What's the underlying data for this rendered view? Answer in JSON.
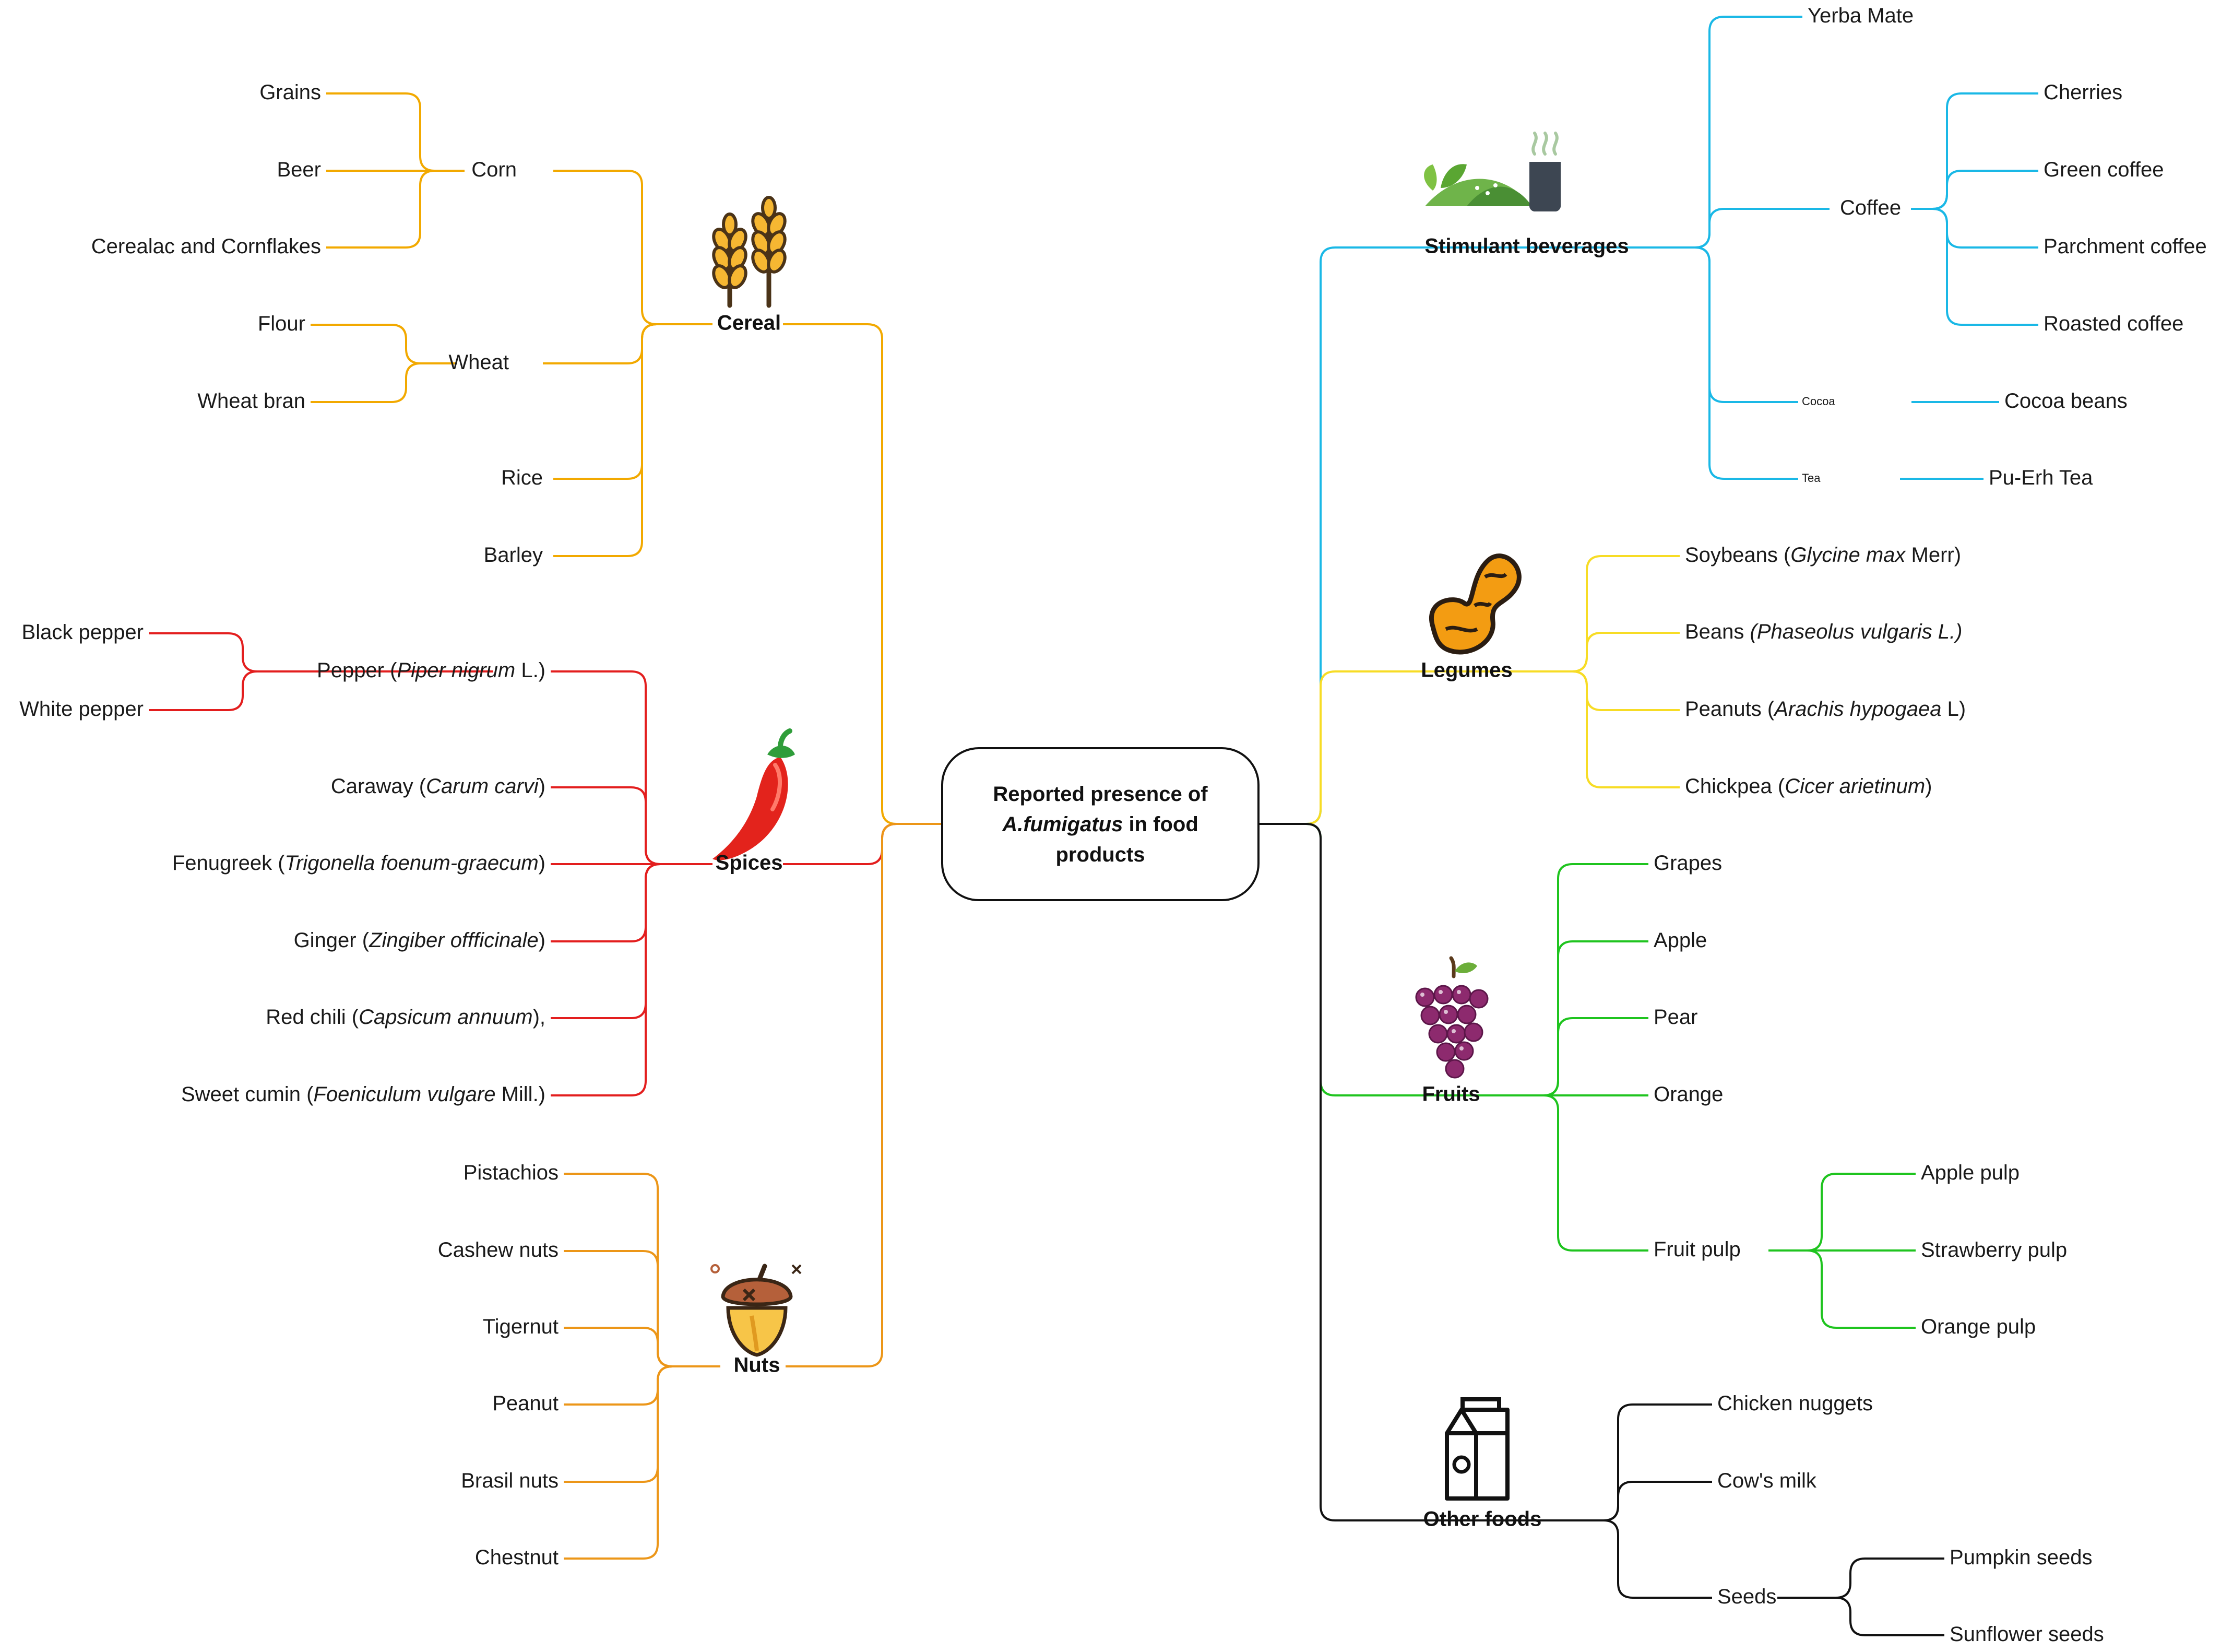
{
  "root": {
    "lines": [
      [
        {
          "t": "Reported presence of",
          "i": false
        }
      ],
      [
        {
          "t": "A.fumigatus",
          "i": true
        },
        {
          "t": " in food",
          "i": false
        }
      ],
      [
        {
          "t": "products",
          "i": false
        }
      ]
    ]
  },
  "branches": [
    {
      "id": "cereal",
      "label": "Cereal",
      "color": "#f2a900",
      "icon": "wheat-icon",
      "children": [
        {
          "id": "corn",
          "parts": [
            {
              "t": "Corn"
            }
          ],
          "children": [
            {
              "parts": [
                {
                  "t": "Grains"
                }
              ]
            },
            {
              "parts": [
                {
                  "t": "Beer"
                }
              ]
            },
            {
              "parts": [
                {
                  "t": "Cerealac and Cornflakes"
                }
              ]
            }
          ]
        },
        {
          "id": "wheat",
          "parts": [
            {
              "t": "Wheat"
            }
          ],
          "children": [
            {
              "parts": [
                {
                  "t": "Flour"
                }
              ]
            },
            {
              "parts": [
                {
                  "t": "Wheat bran"
                }
              ]
            }
          ]
        },
        {
          "parts": [
            {
              "t": "Rice"
            }
          ]
        },
        {
          "parts": [
            {
              "t": "Barley"
            }
          ]
        }
      ]
    },
    {
      "id": "spices",
      "label": "Spices",
      "color": "#e31e1e",
      "icon": "chili-pepper-icon",
      "children": [
        {
          "id": "pepper",
          "parts": [
            {
              "t": "Pepper ("
            },
            {
              "t": "Piper nigrum",
              "i": true
            },
            {
              "t": " L.)"
            }
          ],
          "children": [
            {
              "parts": [
                {
                  "t": "Black pepper"
                }
              ]
            },
            {
              "parts": [
                {
                  "t": "White pepper"
                }
              ]
            }
          ]
        },
        {
          "parts": [
            {
              "t": "Caraway ("
            },
            {
              "t": "Carum carvi",
              "i": true
            },
            {
              "t": ")"
            }
          ]
        },
        {
          "parts": [
            {
              "t": "Fenugreek ("
            },
            {
              "t": "Trigonella foenum-graecum",
              "i": true
            },
            {
              "t": ")"
            }
          ]
        },
        {
          "parts": [
            {
              "t": "Ginger ("
            },
            {
              "t": "Zingiber offficinale",
              "i": true
            },
            {
              "t": ")"
            }
          ]
        },
        {
          "parts": [
            {
              "t": "Red chili ("
            },
            {
              "t": "Capsicum annuum",
              "i": true
            },
            {
              "t": "),"
            }
          ]
        },
        {
          "parts": [
            {
              "t": "Sweet cumin ("
            },
            {
              "t": "Foeniculum vulgare",
              "i": true
            },
            {
              "t": " Mill.)"
            }
          ]
        }
      ]
    },
    {
      "id": "nuts",
      "label": "Nuts",
      "color": "#ec9618",
      "icon": "acorn-icon",
      "children": [
        {
          "parts": [
            {
              "t": "Pistachios"
            }
          ]
        },
        {
          "parts": [
            {
              "t": "Cashew nuts"
            }
          ]
        },
        {
          "parts": [
            {
              "t": "Tigernut"
            }
          ]
        },
        {
          "parts": [
            {
              "t": "Peanut"
            }
          ]
        },
        {
          "parts": [
            {
              "t": "Brasil nuts"
            }
          ]
        },
        {
          "parts": [
            {
              "t": "Chestnut"
            }
          ]
        }
      ]
    },
    {
      "id": "stimulant",
      "label": "Stimulant beverages",
      "color": "#1ab8e6",
      "icon": "tea-leaves-cup-icon",
      "children": [
        {
          "parts": [
            {
              "t": "Yerba Mate"
            }
          ]
        },
        {
          "id": "coffee",
          "parts": [
            {
              "t": "Coffee"
            }
          ],
          "children": [
            {
              "parts": [
                {
                  "t": "Cherries"
                }
              ]
            },
            {
              "parts": [
                {
                  "t": "Green coffee"
                }
              ]
            },
            {
              "parts": [
                {
                  "t": "Parchment coffee"
                }
              ]
            },
            {
              "parts": [
                {
                  "t": "Roasted coffee"
                }
              ]
            }
          ]
        },
        {
          "id": "cocoa",
          "parts": [
            {
              "t": "Cocoa"
            }
          ],
          "small": true,
          "children": [
            {
              "parts": [
                {
                  "t": "Cocoa beans"
                }
              ]
            }
          ]
        },
        {
          "id": "tea",
          "parts": [
            {
              "t": "Tea"
            }
          ],
          "small": true,
          "children": [
            {
              "parts": [
                {
                  "t": "Pu-Erh Tea"
                }
              ]
            }
          ]
        }
      ]
    },
    {
      "id": "legumes",
      "label": "Legumes",
      "color": "#f7dc25",
      "icon": "legume-pod-icon",
      "children": [
        {
          "parts": [
            {
              "t": "Soybeans ("
            },
            {
              "t": "Glycine max",
              "i": true
            },
            {
              "t": " Merr)"
            }
          ]
        },
        {
          "parts": [
            {
              "t": "Beans "
            },
            {
              "t": "(Phaseolus vulgaris L.)",
              "i": true
            }
          ]
        },
        {
          "parts": [
            {
              "t": "Peanuts ("
            },
            {
              "t": "Arachis hypogaea",
              "i": true
            },
            {
              "t": " L)"
            }
          ]
        },
        {
          "parts": [
            {
              "t": "Chickpea ("
            },
            {
              "t": "Cicer arietinum",
              "i": true
            },
            {
              "t": ")"
            }
          ]
        }
      ]
    },
    {
      "id": "fruits",
      "label": "Fruits",
      "color": "#1fc41f",
      "icon": "grapes-icon",
      "children": [
        {
          "parts": [
            {
              "t": "Grapes"
            }
          ]
        },
        {
          "parts": [
            {
              "t": "Apple"
            }
          ]
        },
        {
          "parts": [
            {
              "t": "Pear"
            }
          ]
        },
        {
          "parts": [
            {
              "t": "Orange"
            }
          ]
        },
        {
          "id": "fruitpulp",
          "parts": [
            {
              "t": "Fruit pulp"
            }
          ],
          "children": [
            {
              "parts": [
                {
                  "t": "Apple pulp"
                }
              ]
            },
            {
              "parts": [
                {
                  "t": "Strawberry pulp"
                }
              ]
            },
            {
              "parts": [
                {
                  "t": "Orange pulp"
                }
              ]
            }
          ]
        }
      ]
    },
    {
      "id": "other",
      "label": "Other foods",
      "color": "#111111",
      "icon": "milk-carton-icon",
      "children": [
        {
          "parts": [
            {
              "t": "Chicken nuggets"
            }
          ]
        },
        {
          "parts": [
            {
              "t": "Cow's milk"
            }
          ]
        },
        {
          "id": "seeds",
          "parts": [
            {
              "t": "Seeds"
            }
          ],
          "children": [
            {
              "parts": [
                {
                  "t": "Pumpkin seeds"
                }
              ]
            },
            {
              "parts": [
                {
                  "t": "Sunflower seeds"
                }
              ]
            }
          ]
        }
      ]
    }
  ]
}
